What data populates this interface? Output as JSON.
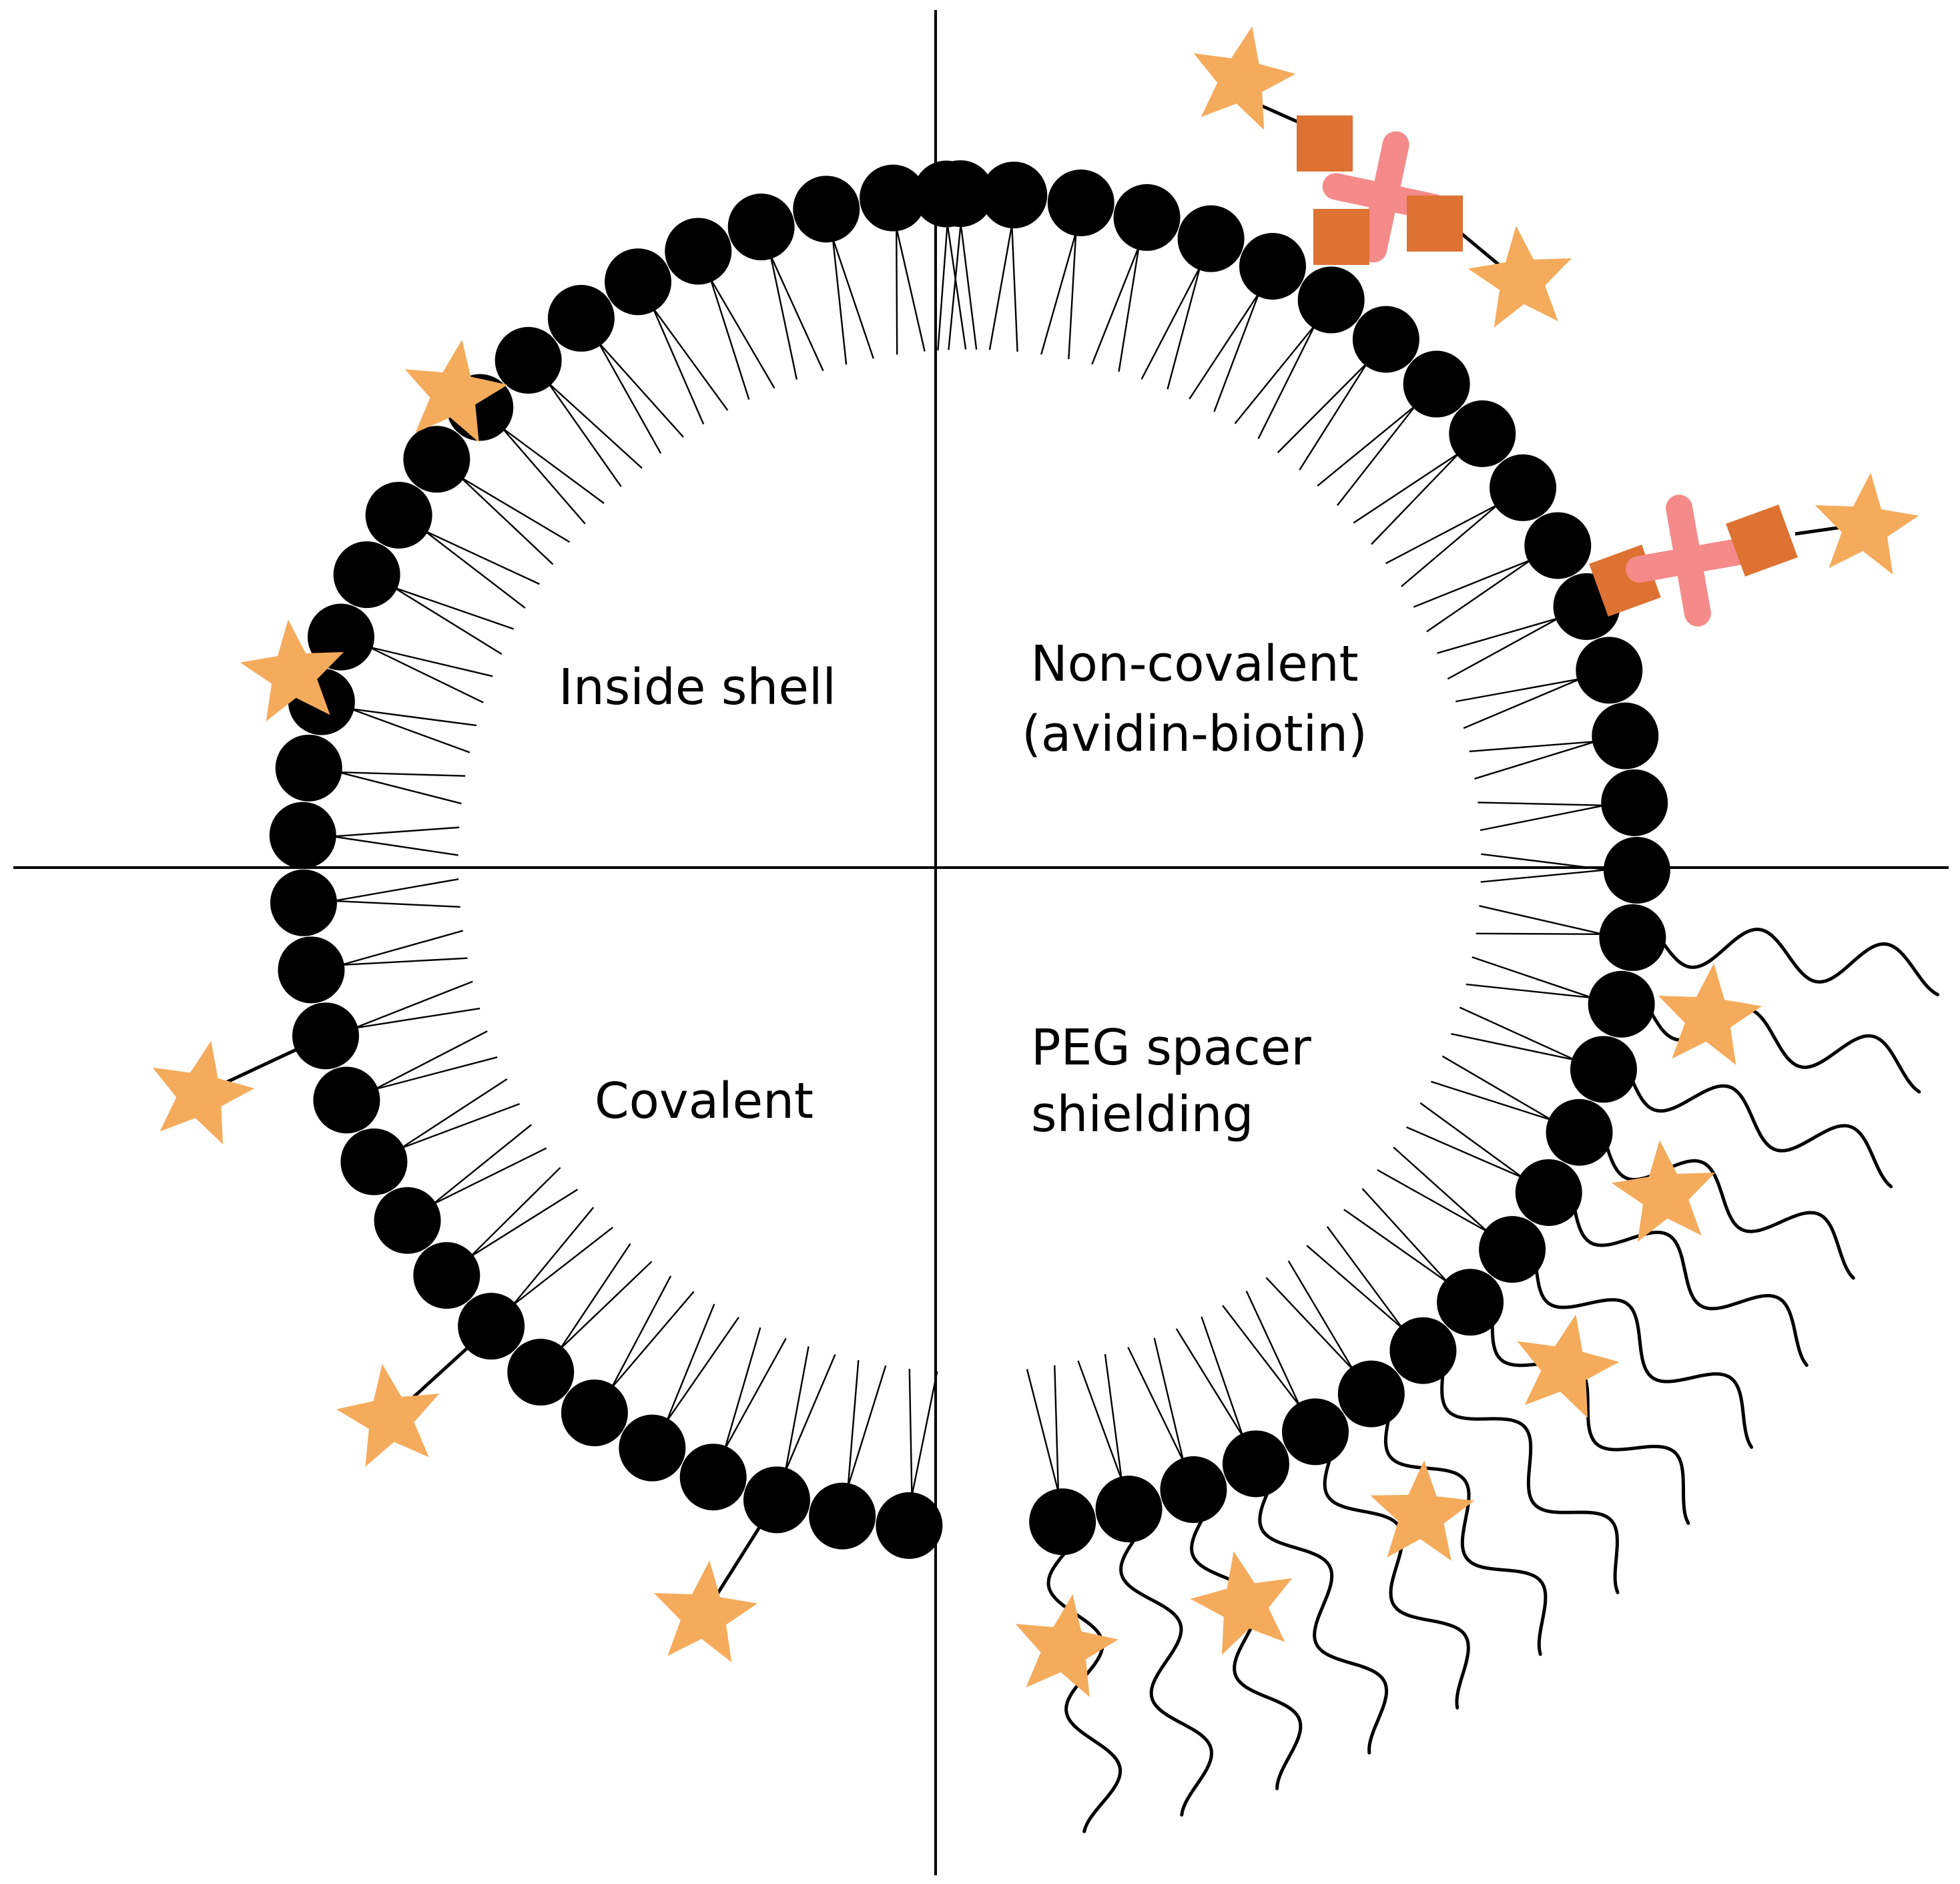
{
  "diagram": {
    "quadrant_labels": {
      "top_left": "Inside shell",
      "top_right_line1": "Non-covalent",
      "top_right_line2": "(avidin-biotin)",
      "bottom_left": "Covalent",
      "bottom_right_line1": "PEG spacer",
      "bottom_right_line2": "shielding"
    },
    "elements": {
      "lipid_head": "lipid-head-circle",
      "lipid_tail": "lipid-tail-pair",
      "ligand": "star",
      "avidin": "cross",
      "biotin_linker": "square",
      "peg_chain": "wavy-line"
    },
    "colors": {
      "lipid": "#000000",
      "ligand_star": "#f5ab5c",
      "biotin_square": "#dd7232",
      "avidin_cross": "#f58a8a",
      "divider": "#000000",
      "background": "#ffffff"
    }
  }
}
